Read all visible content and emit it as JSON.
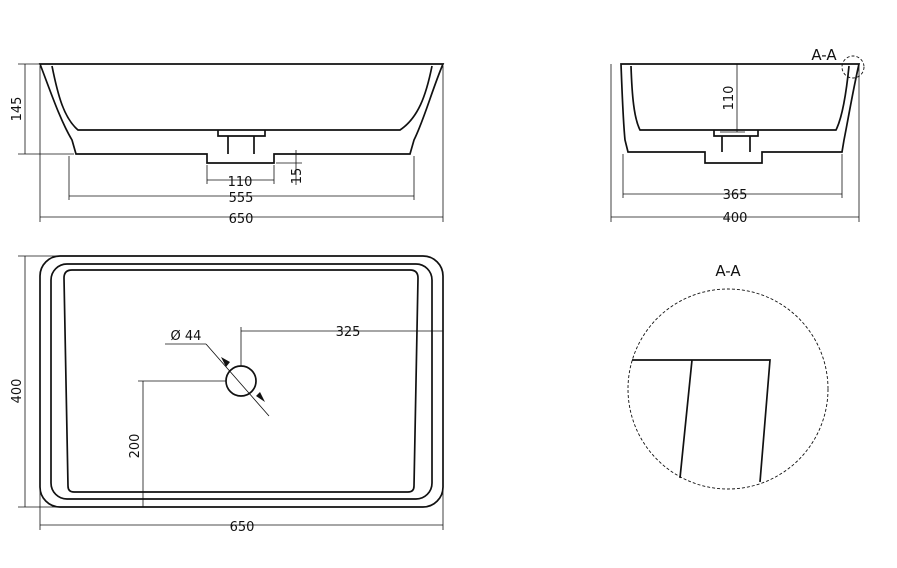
{
  "front_view": {
    "height_145": "145",
    "drain_110": "110",
    "drain_15": "15",
    "base_555": "555",
    "width_650": "650"
  },
  "side_view": {
    "section_mark": "A-A",
    "height_110": "110",
    "base_365": "365",
    "width_400": "400"
  },
  "top_view": {
    "diameter_label": "Ø 44",
    "offset_325": "325",
    "offset_200": "200",
    "depth_400": "400",
    "width_650": "650"
  },
  "detail_view": {
    "title": "A-A"
  }
}
